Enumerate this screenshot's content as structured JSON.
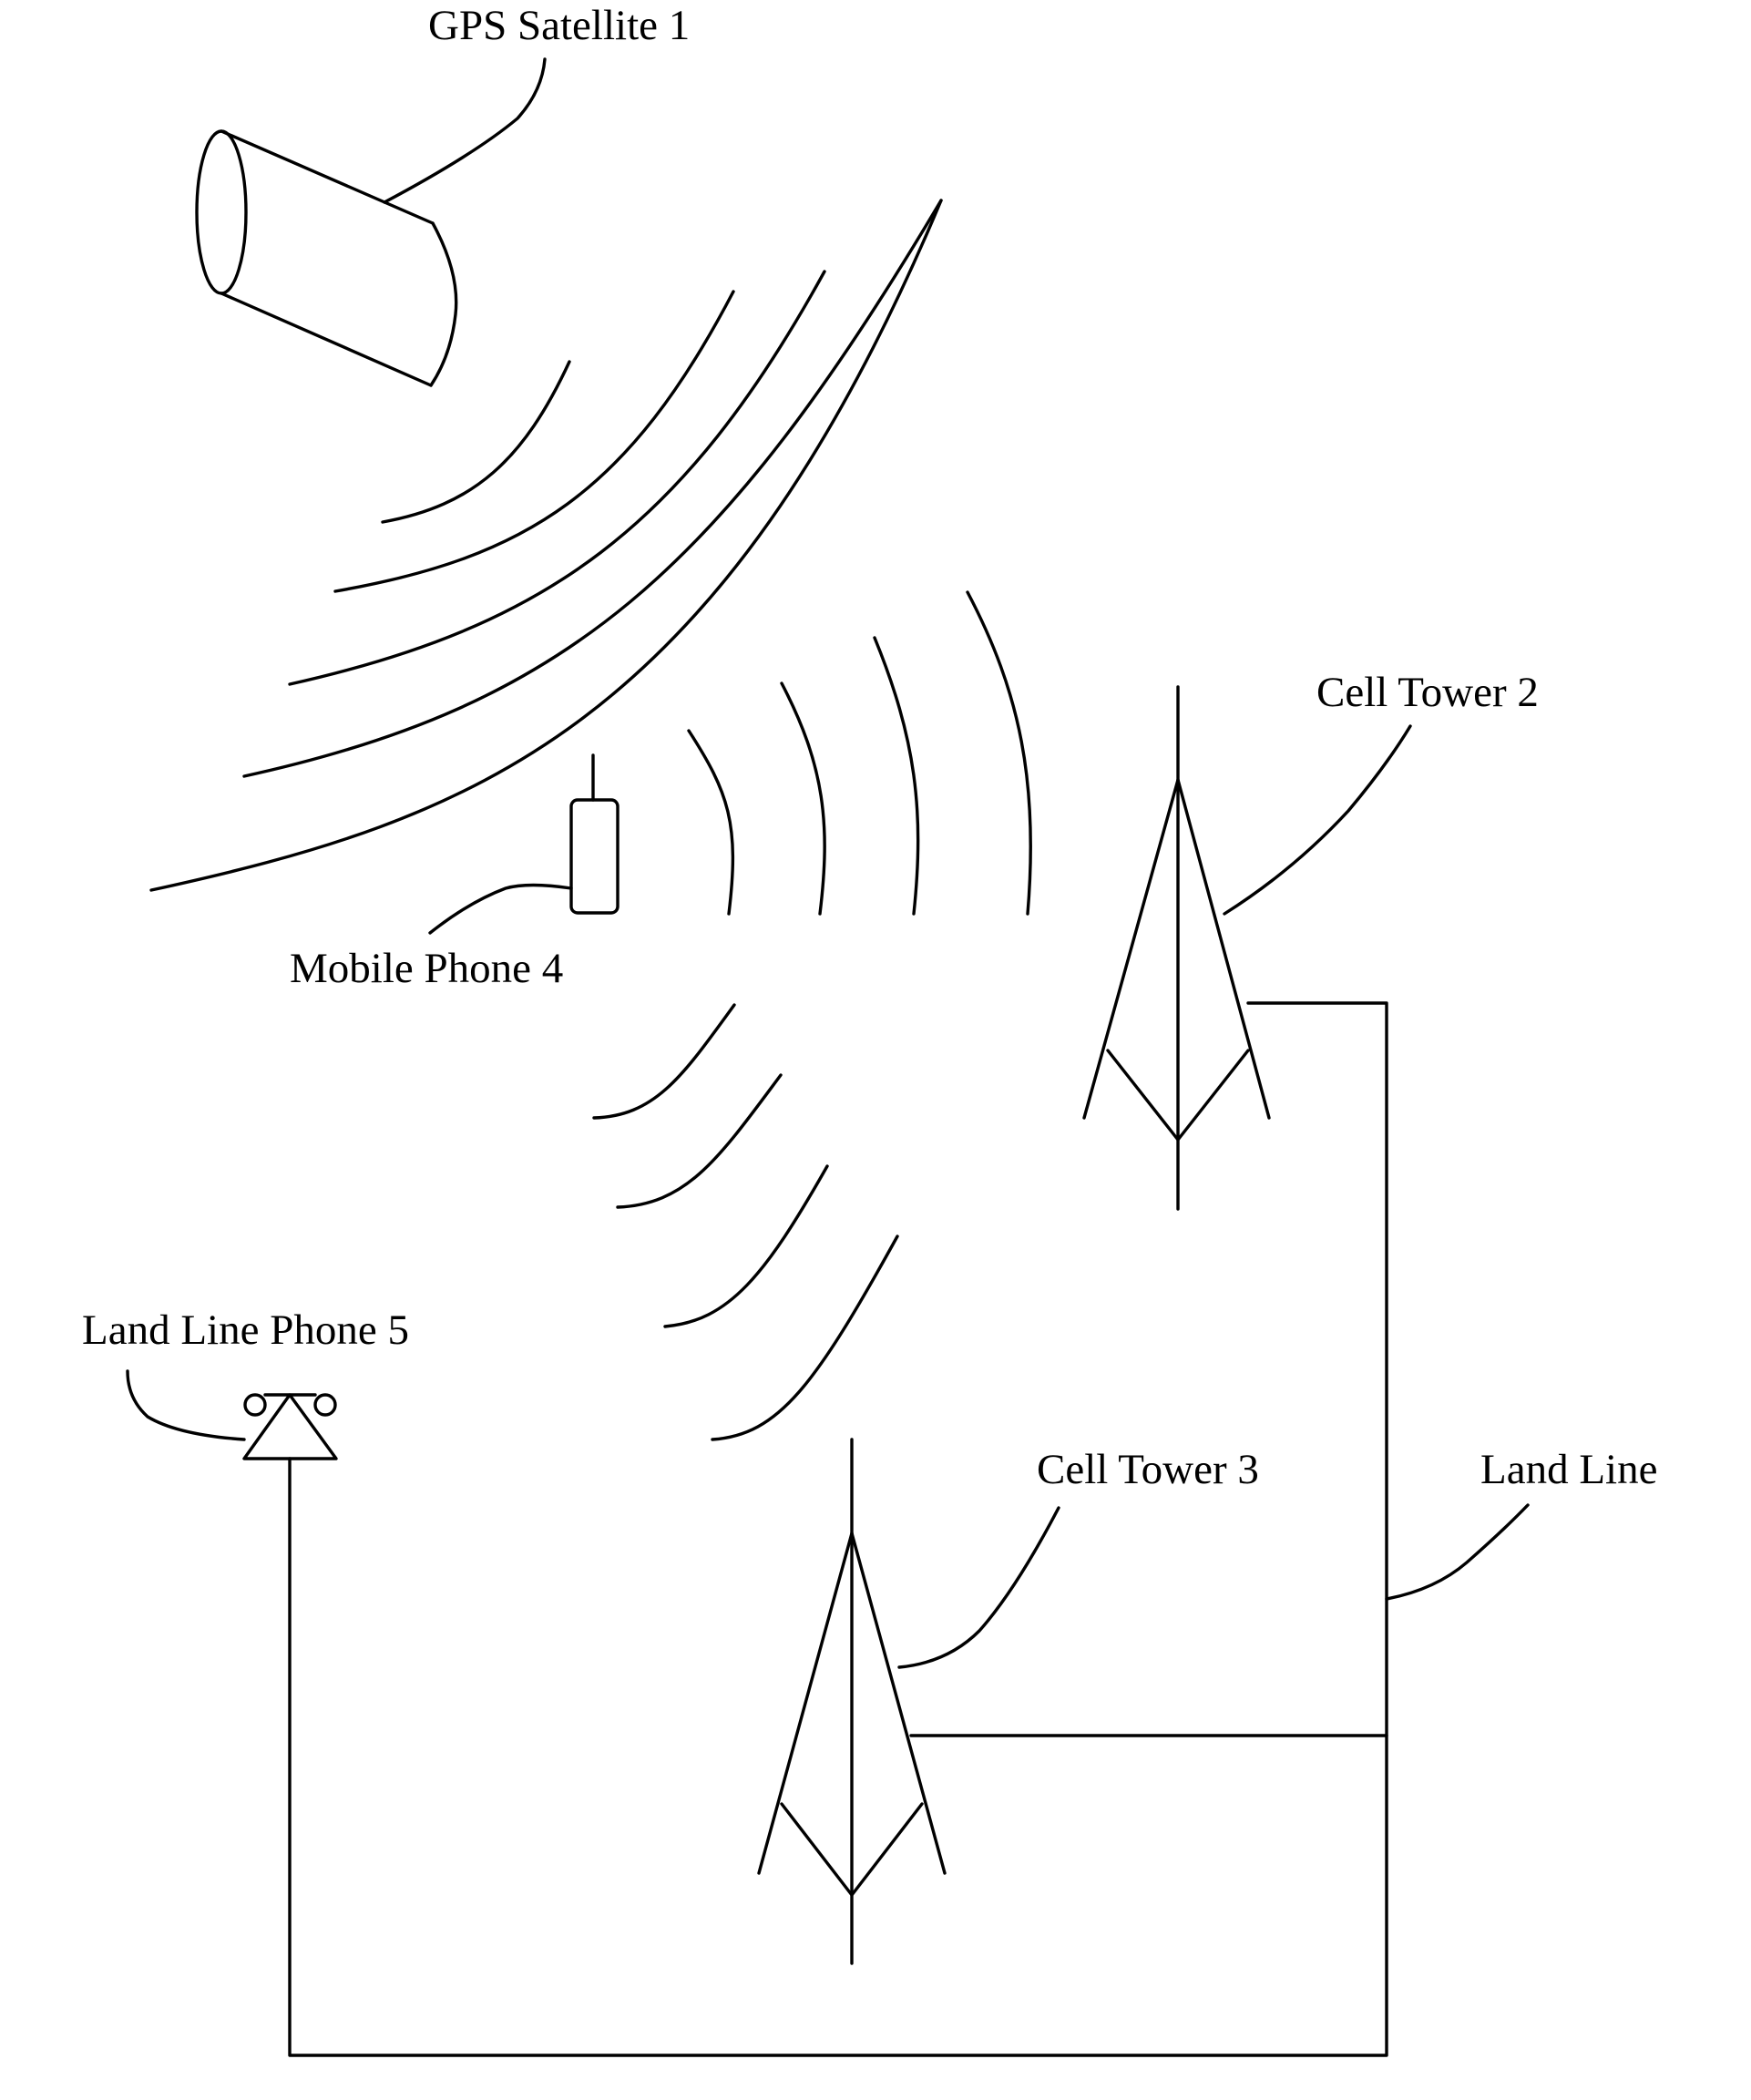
{
  "labels": {
    "gps_satellite": "GPS Satellite 1",
    "cell_tower_2": "Cell Tower 2",
    "mobile_phone": "Mobile Phone 4",
    "land_line_phone": "Land Line Phone 5",
    "cell_tower_3": "Cell Tower 3",
    "land_line": "Land Line"
  },
  "colors": {
    "line": "#000000",
    "background": "#ffffff"
  }
}
